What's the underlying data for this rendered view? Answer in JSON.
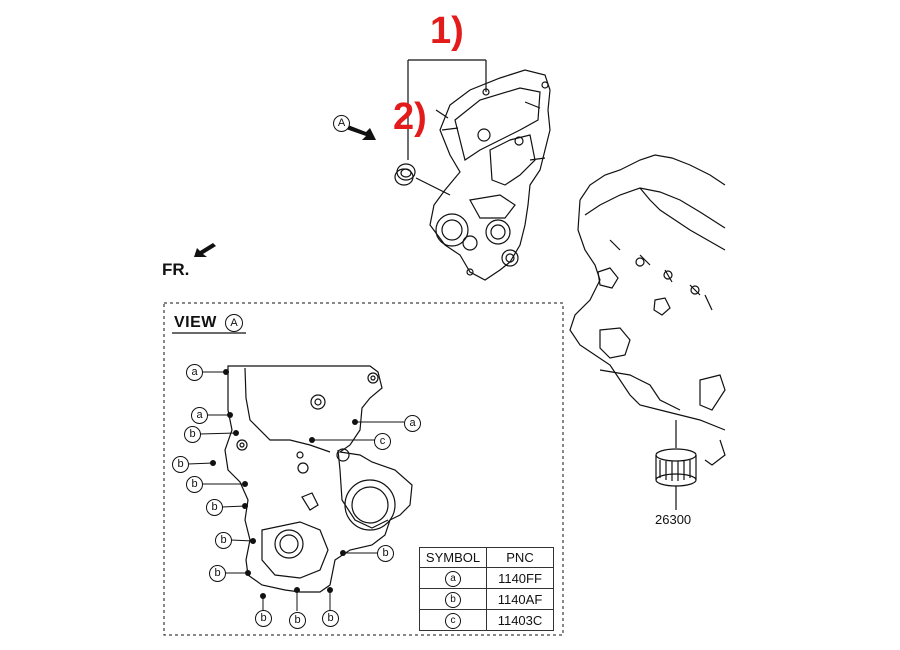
{
  "callouts": {
    "c1": "1)",
    "c2": "2)"
  },
  "main_view": {
    "marker": "A",
    "front_label": "FR."
  },
  "view_box": {
    "title": "VIEW",
    "marker": "A"
  },
  "engine": {
    "part_number": "26300"
  },
  "colors": {
    "callout": "#e31b1b",
    "line": "#111111"
  },
  "bolt_labels": [
    {
      "key": "a"
    },
    {
      "key": "a"
    },
    {
      "key": "b"
    },
    {
      "key": "b"
    },
    {
      "key": "b"
    },
    {
      "key": "b"
    },
    {
      "key": "b"
    },
    {
      "key": "b"
    },
    {
      "key": "b"
    },
    {
      "key": "b"
    },
    {
      "key": "b"
    },
    {
      "key": "a"
    },
    {
      "key": "c"
    },
    {
      "key": "b"
    }
  ],
  "legend": {
    "headers": [
      "SYMBOL",
      "PNC"
    ],
    "rows": [
      {
        "symbol": "a",
        "pnc": "1140FF"
      },
      {
        "symbol": "b",
        "pnc": "1140AF"
      },
      {
        "symbol": "c",
        "pnc": "11403C"
      }
    ]
  }
}
